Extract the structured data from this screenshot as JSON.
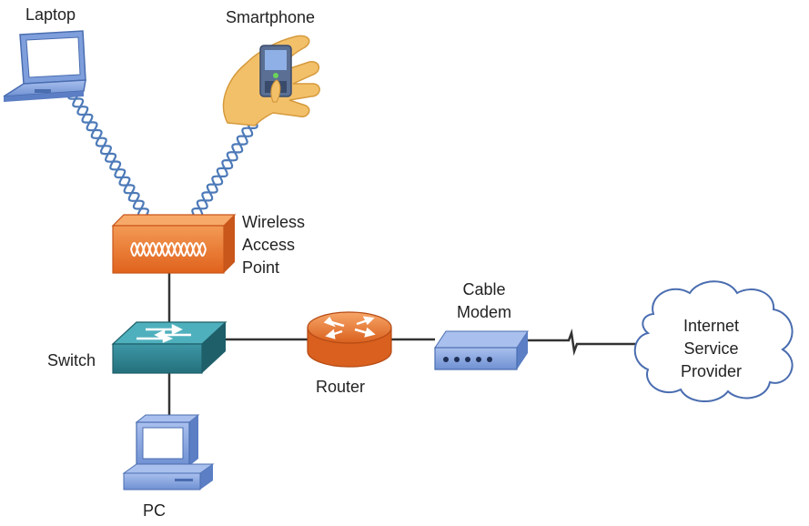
{
  "colors": {
    "orange": "#f0782e",
    "teal": "#2f8290",
    "blue": "#7f9fdc",
    "wave": "#4d7ab8",
    "skin": "#f3c06a",
    "line": "#333333"
  },
  "labels": {
    "laptop": "Laptop",
    "smartphone": "Smartphone",
    "wireless_access_point": "Wireless\nAccess\nPoint",
    "switch": "Switch",
    "pc": "PC",
    "router": "Router",
    "cable_modem": "Cable\nModem",
    "isp": "Internet\nService\nProvider"
  },
  "icons": {
    "laptop": "laptop-icon",
    "smartphone": "smartphone-in-hand-icon",
    "access_point": "wireless-access-point-icon",
    "switch": "switch-icon",
    "pc": "desktop-pc-icon",
    "router": "router-icon",
    "modem": "cable-modem-icon",
    "cloud": "cloud-icon"
  }
}
